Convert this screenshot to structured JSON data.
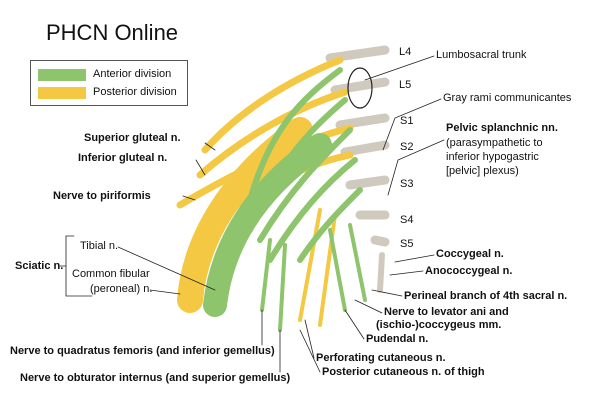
{
  "title": "PHCN Online",
  "legend": {
    "items": [
      {
        "label": "Anterior division",
        "color": "#8dc46c"
      },
      {
        "label": "Posterior division",
        "color": "#f4c842"
      }
    ]
  },
  "vertebral_labels": [
    "L4",
    "L5",
    "S1",
    "S2",
    "S3",
    "S4",
    "S5"
  ],
  "right_labels": {
    "lumbosacral": "Lumbosacral trunk",
    "gray_rami": "Gray rami communicantes",
    "pelvic_splanchnic": "Pelvic splanchnic nn.",
    "pelvic_line1": "(parasympathetic to",
    "pelvic_line2": "inferior hypogastric",
    "pelvic_line3": "[pelvic] plexus)",
    "coccygeal": "Coccygeal n.",
    "anococcygeal": "Anococcygeal n.",
    "perineal": "Perineal branch of 4th sacral n.",
    "levator1": "Nerve to levator ani and",
    "levator2": "(ischio-)coccygeus mm.",
    "pudendal": "Pudendal n.",
    "perforating": "Perforating cutaneous n.",
    "posterior_cut": "Posterior cutaneous n. of thigh"
  },
  "left_labels": {
    "superior_gluteal": "Superior gluteal n.",
    "inferior_gluteal": "Inferior gluteal n.",
    "piriformis": "Nerve to piriformis",
    "sciatic": "Sciatic n.",
    "tibial": "Tibial n.",
    "fibular1": "Common fibular",
    "fibular2": "(peroneal) n.",
    "quadratus": "Nerve to quadratus femoris (and inferior gemellus)",
    "obturator": "Nerve to obturator internus (and superior gemellus)"
  }
}
